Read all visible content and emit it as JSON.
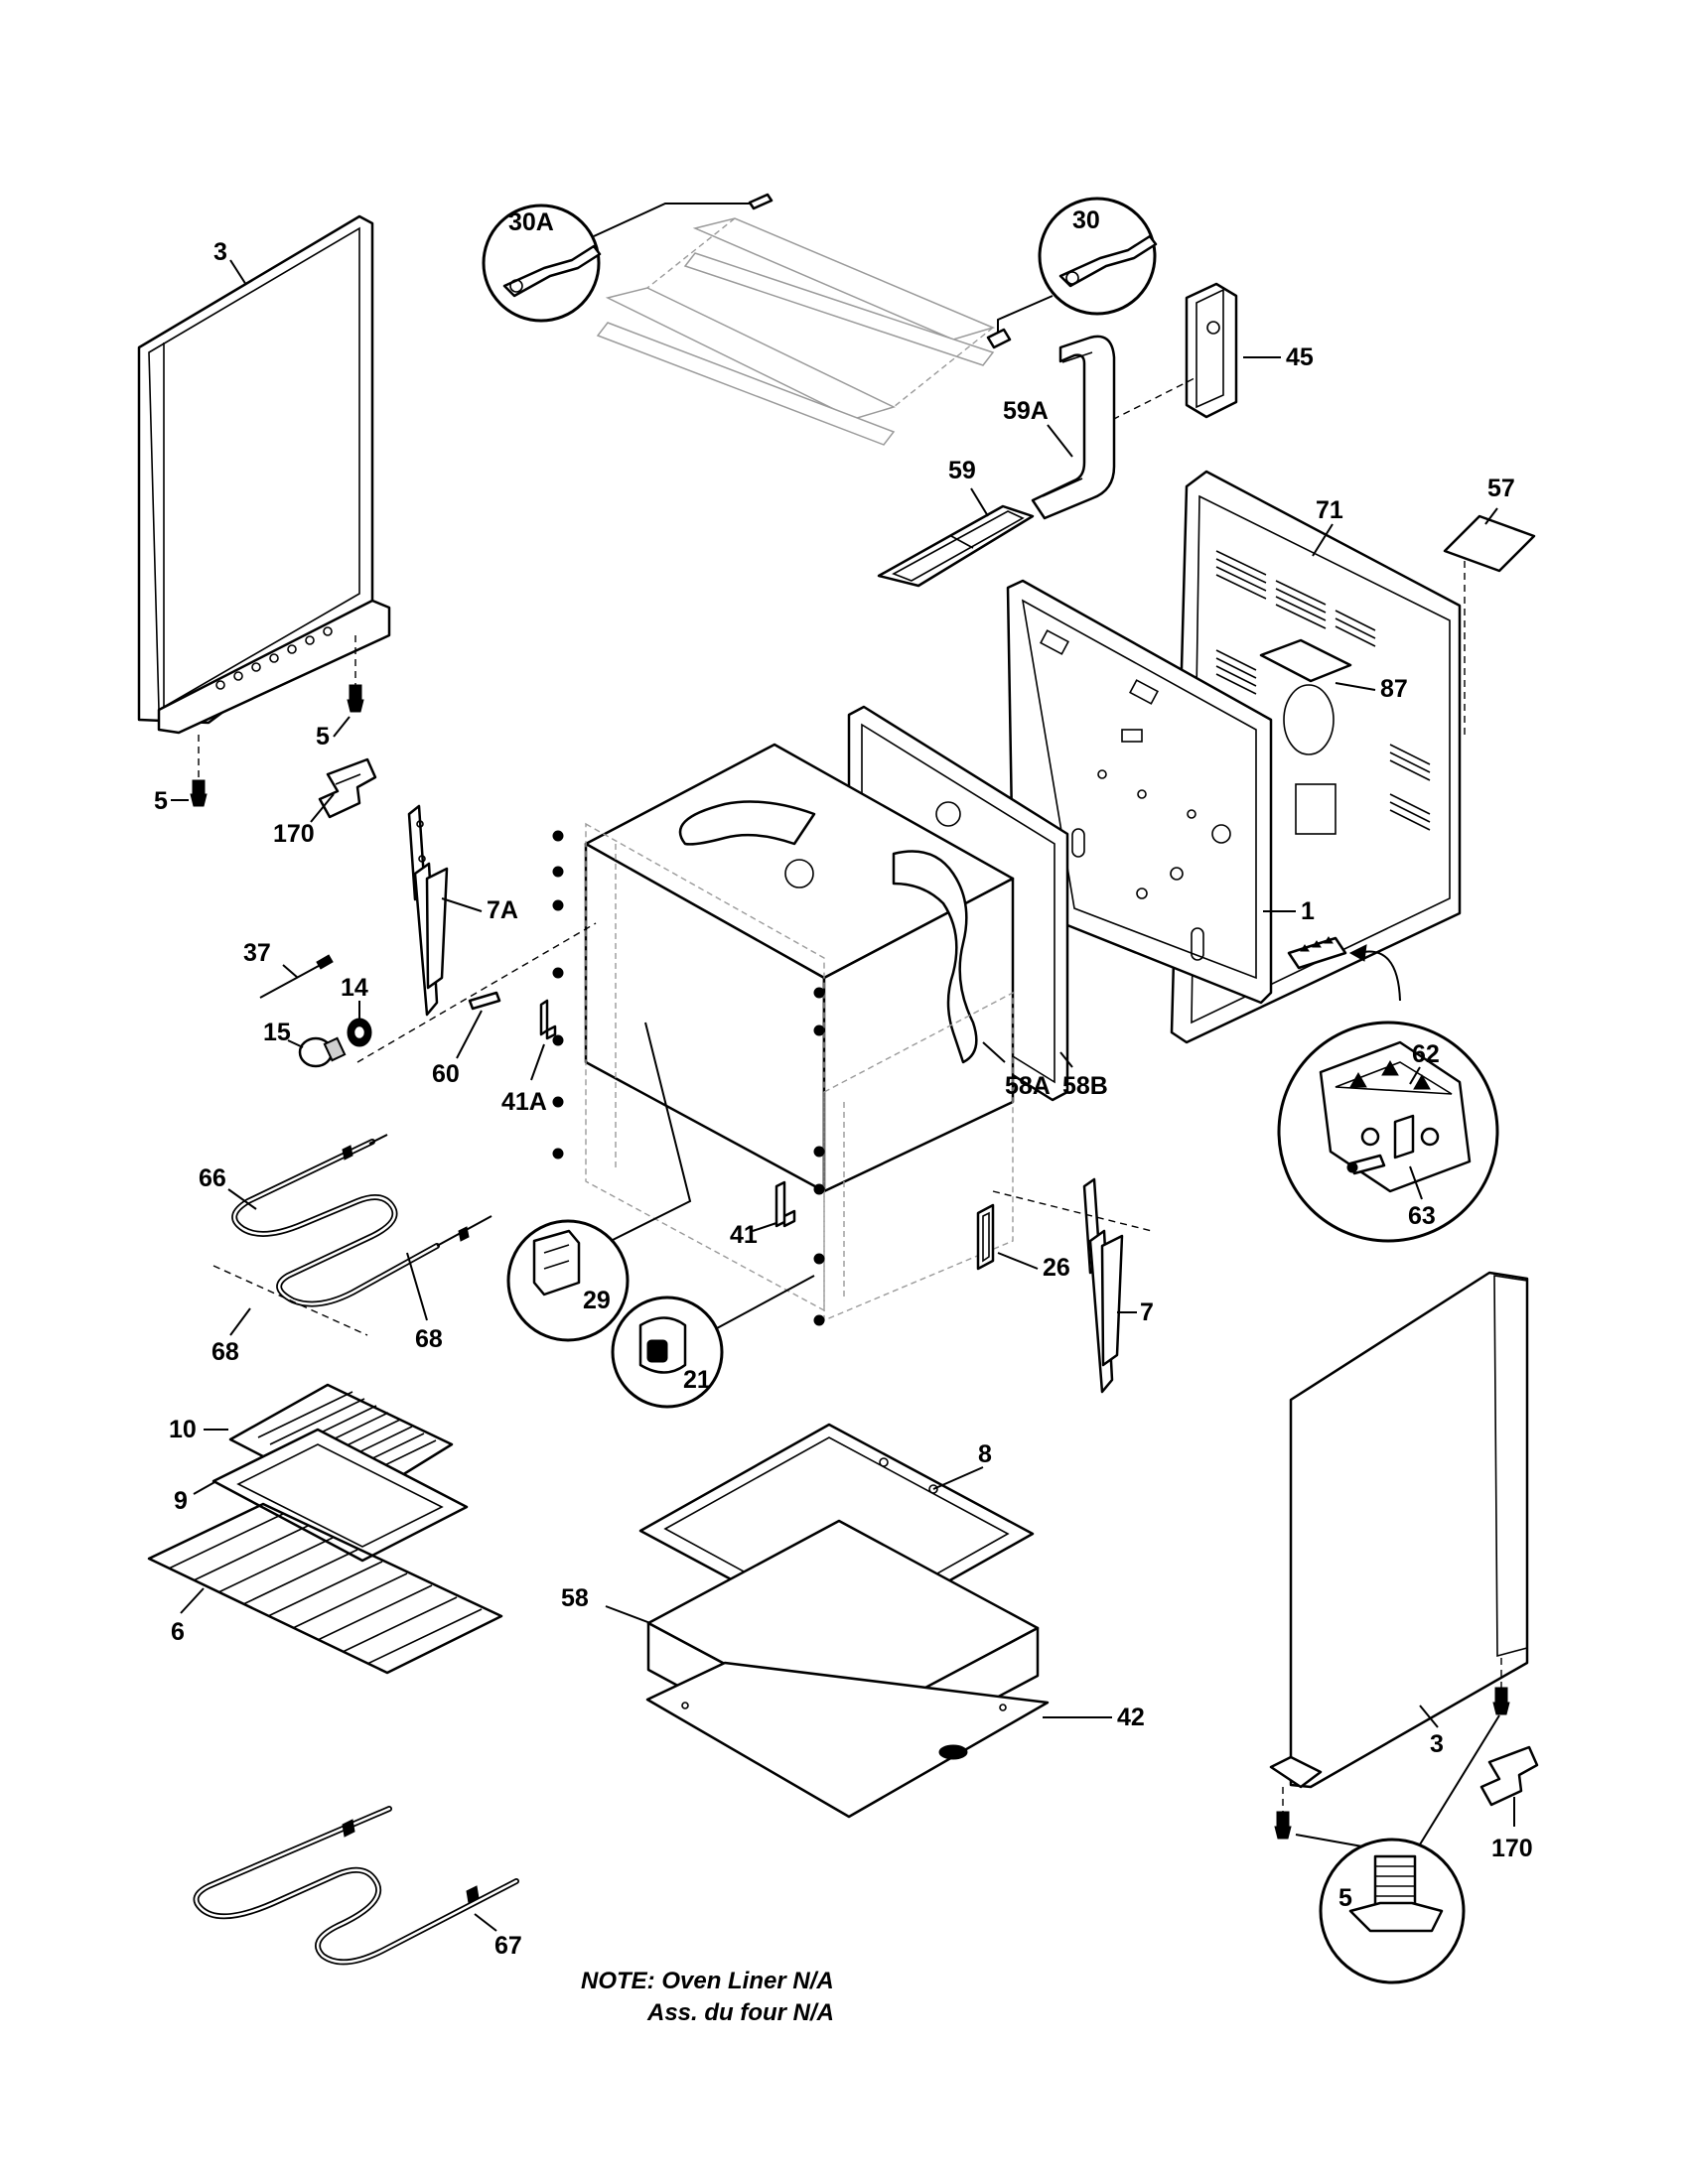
{
  "labels": {
    "p3_left": "3",
    "p5_a": "5",
    "p5_b": "5",
    "p170_left": "170",
    "p30A": "30A",
    "p30": "30",
    "p45": "45",
    "p59A": "59A",
    "p59": "59",
    "p57": "57",
    "p71": "71",
    "p87": "87",
    "p7A": "7A",
    "p37": "37",
    "p15": "15",
    "p14": "14",
    "p60": "60",
    "p41A": "41A",
    "p1": "1",
    "p58A": "58A",
    "p58B": "58B",
    "p62": "62",
    "p63": "63",
    "p66": "66",
    "p68_a": "68",
    "p68_b": "68",
    "p29": "29",
    "p21": "21",
    "p41": "41",
    "p26": "26",
    "p7": "7",
    "p10": "10",
    "p9": "9",
    "p6": "6",
    "p8": "8",
    "p58": "58",
    "p42": "42",
    "p3_right": "3",
    "p170_right": "170",
    "p5_callout": "5",
    "p67": "67"
  },
  "note": {
    "line1": "NOTE: Oven Liner N/A",
    "line2": "Ass. du four N/A"
  }
}
